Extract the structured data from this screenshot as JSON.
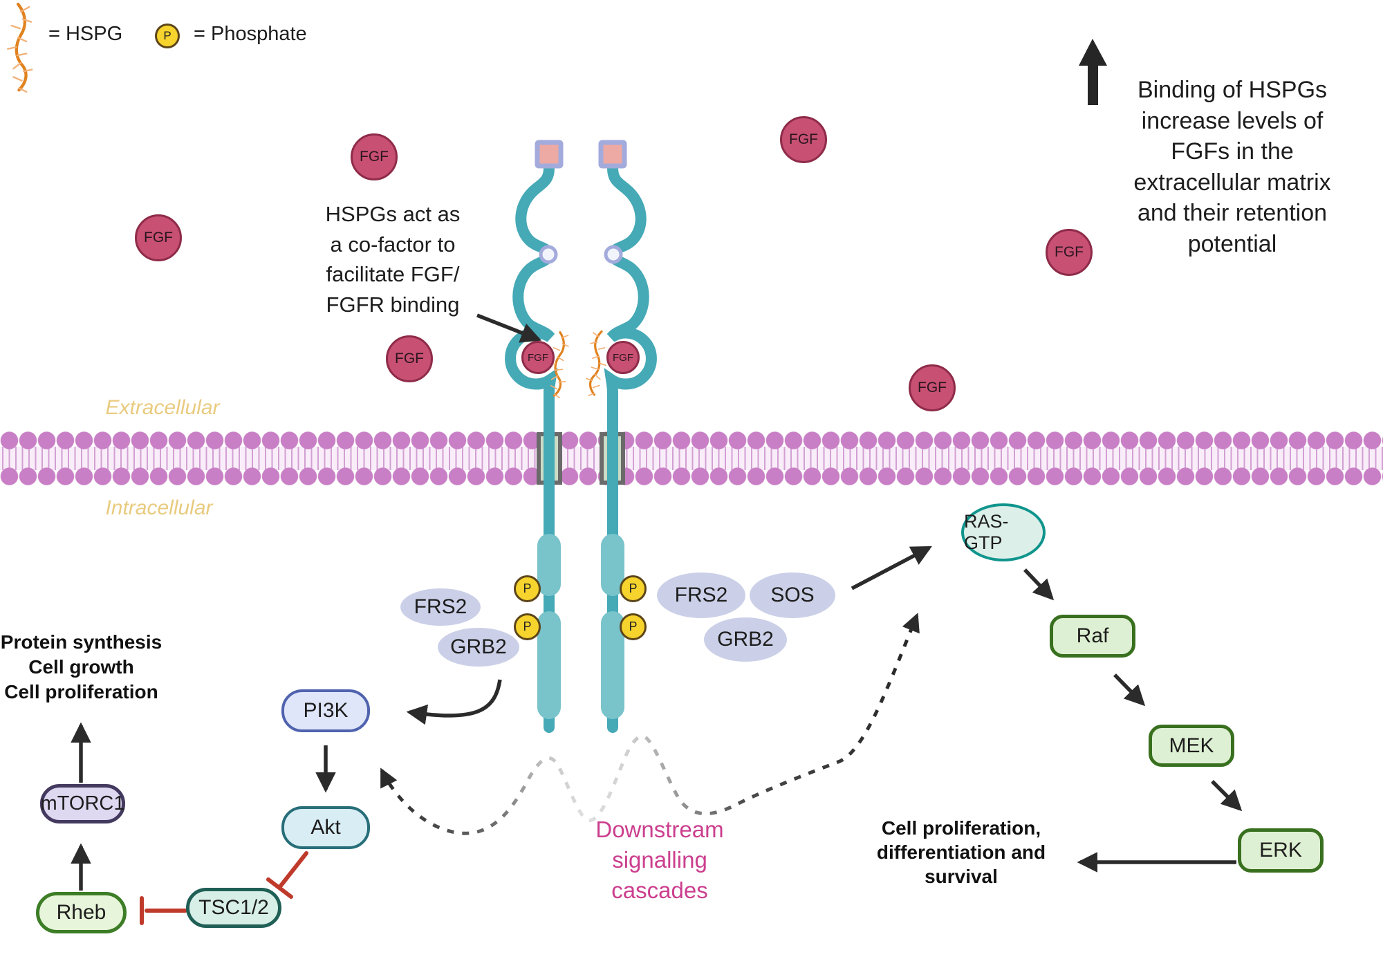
{
  "legend": {
    "hspg_label": "= HSPG",
    "phosphate_symbol": "P",
    "phosphate_label": "= Phosphate"
  },
  "regions": {
    "extracellular": "Extracellular",
    "intracellular": "Intracellular"
  },
  "ligand": {
    "label": "FGF"
  },
  "phosphate": {
    "symbol": "P"
  },
  "annotations": {
    "cofactor": "HSPGs act as\na co-factor to\nfacilitate FGF/\nFGFR binding",
    "binding_effect": "Binding of HSPGs\nincrease levels of\nFGFs in the\nextracellular matrix\nand their retention\npotential",
    "downstream": "Downstream\nsignalling\ncascades",
    "mapk_outcome": "Cell proliferation,\ndifferentiation and\nsurvival",
    "mtor_outcome": "Protein synthesis\nCell growth\nCell proliferation"
  },
  "adaptors": {
    "frs2": "FRS2",
    "grb2": "GRB2",
    "sos": "SOS"
  },
  "nodes": {
    "ras": "RAS-GTP",
    "raf": "Raf",
    "mek": "MEK",
    "erk": "ERK",
    "pi3k": "PI3K",
    "akt": "Akt",
    "tsc": "TSC1/2",
    "rheb": "Rheb",
    "mtorc1": "mTORC1"
  },
  "colors": {
    "fgf_fill": "#c75073",
    "fgf_border": "#8e2b49",
    "phosphate_fill": "#f6d32d",
    "receptor_teal": "#45a9b6",
    "kinase_teal": "#79c3cb",
    "membrane_purple": "#c87fc5",
    "adaptor_lavender": "#cbd0e8",
    "accent_pink": "#cb3f8e",
    "inhibit_red": "#bf3a2b",
    "region_label_tan": "#e9cb80",
    "hspg_orange": "#e0821f"
  }
}
